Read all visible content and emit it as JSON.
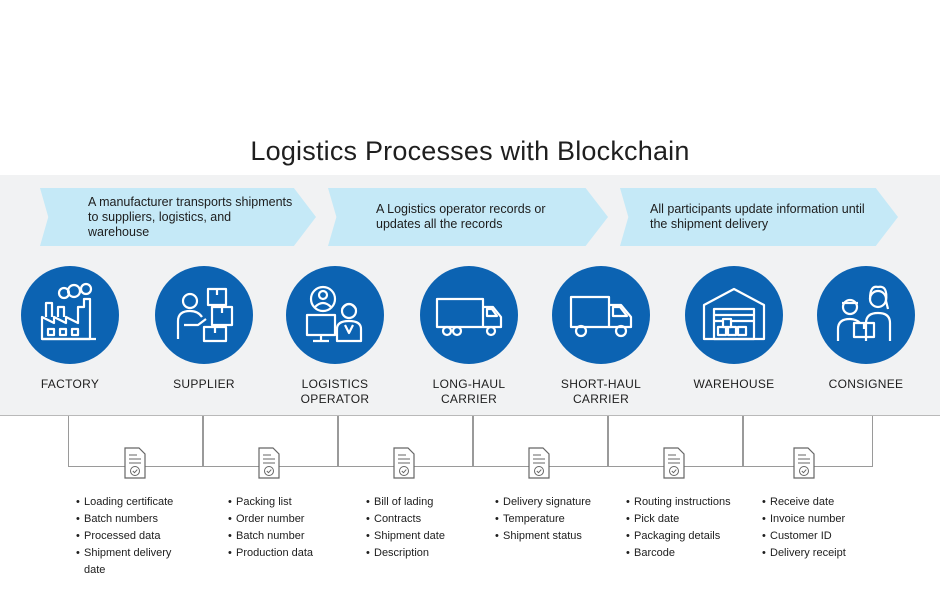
{
  "title": "Logistics Processes with Blockchain",
  "colors": {
    "circle": "#0c63b2",
    "arrow": "#c5e9f7",
    "band": "#f1f2f3"
  },
  "phases": [
    {
      "text": "A manufacturer transports shipments to suppliers, logistics, and warehouse"
    },
    {
      "text": "A Logistics operator records or updates all the records"
    },
    {
      "text": "All participants update information until the shipment delivery"
    }
  ],
  "stages": [
    {
      "label": "FACTORY",
      "icon": "factory-icon",
      "items": [
        "Loading certificate",
        "Batch numbers",
        "Processed data",
        "Shipment delivery date"
      ]
    },
    {
      "label": "SUPPLIER",
      "icon": "supplier-icon",
      "items": [
        "Packing list",
        "Order number",
        "Batch number",
        "Production data"
      ]
    },
    {
      "label": "LOGISTICS OPERATOR",
      "icon": "logistics-operator-icon",
      "items": [
        "Bill of lading",
        "Contracts",
        "Shipment date",
        "Description"
      ]
    },
    {
      "label": "LONG-HAUL CARRIER",
      "icon": "long-truck-icon",
      "items": [
        "Delivery signature",
        "Temperature",
        "Shipment status"
      ]
    },
    {
      "label": "SHORT-HAUL CARRIER",
      "icon": "short-truck-icon",
      "items": [
        "Routing instructions",
        "Pick date",
        "Packaging details",
        "Barcode"
      ]
    },
    {
      "label": "WAREHOUSE",
      "icon": "warehouse-icon",
      "items": [
        "Receive date",
        "Invoice number",
        "Customer ID",
        "Delivery receipt"
      ]
    },
    {
      "label": "CONSIGNEE",
      "icon": "consignee-icon",
      "items": []
    }
  ]
}
